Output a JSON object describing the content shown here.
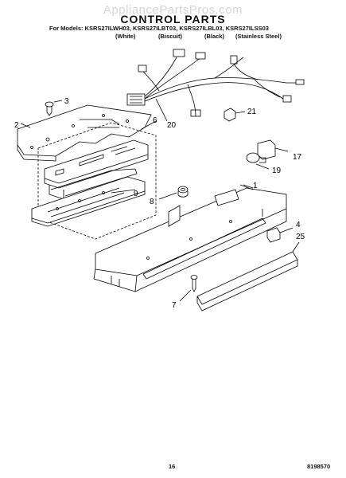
{
  "watermark": "AppliancePartsPros.com",
  "header": {
    "title": "CONTROL PARTS",
    "models_line": "For Models: KSRS27ILWH03, KSRS27ILBT03, KSRS27ILBL03, KSRS27ILSS03",
    "variants": [
      "(White)",
      "(Biscuit)",
      "(Black)",
      "(Stainless Steel)"
    ]
  },
  "callouts": [
    "3",
    "2",
    "6",
    "20",
    "21",
    "1",
    "17",
    "19",
    "8",
    "9",
    "4",
    "25",
    "7"
  ],
  "footer": {
    "page_number": "16",
    "doc_number": "8198570"
  }
}
